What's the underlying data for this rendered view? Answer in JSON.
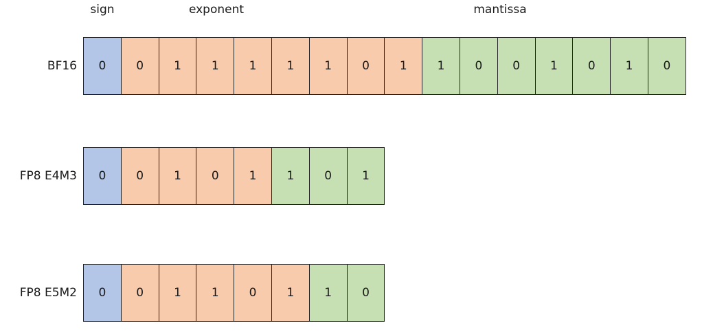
{
  "headers": {
    "sign": "sign",
    "exponent": "exponent",
    "mantissa": "mantissa"
  },
  "colors": {
    "sign": "#b4c6e7",
    "exponent": "#f8cbad",
    "mantissa": "#c6e0b4"
  },
  "formats": [
    {
      "label": "BF16",
      "sign_bits": [
        "0"
      ],
      "exponent_bits": [
        "0",
        "1",
        "1",
        "1",
        "1",
        "1",
        "0",
        "1"
      ],
      "mantissa_bits": [
        "1",
        "0",
        "0",
        "1",
        "0",
        "1",
        "0"
      ]
    },
    {
      "label": "FP8 E4M3",
      "sign_bits": [
        "0"
      ],
      "exponent_bits": [
        "0",
        "1",
        "0",
        "1"
      ],
      "mantissa_bits": [
        "1",
        "0",
        "1"
      ]
    },
    {
      "label": "FP8 E5M2",
      "sign_bits": [
        "0"
      ],
      "exponent_bits": [
        "0",
        "1",
        "1",
        "0",
        "1"
      ],
      "mantissa_bits": [
        "1",
        "0"
      ]
    }
  ]
}
